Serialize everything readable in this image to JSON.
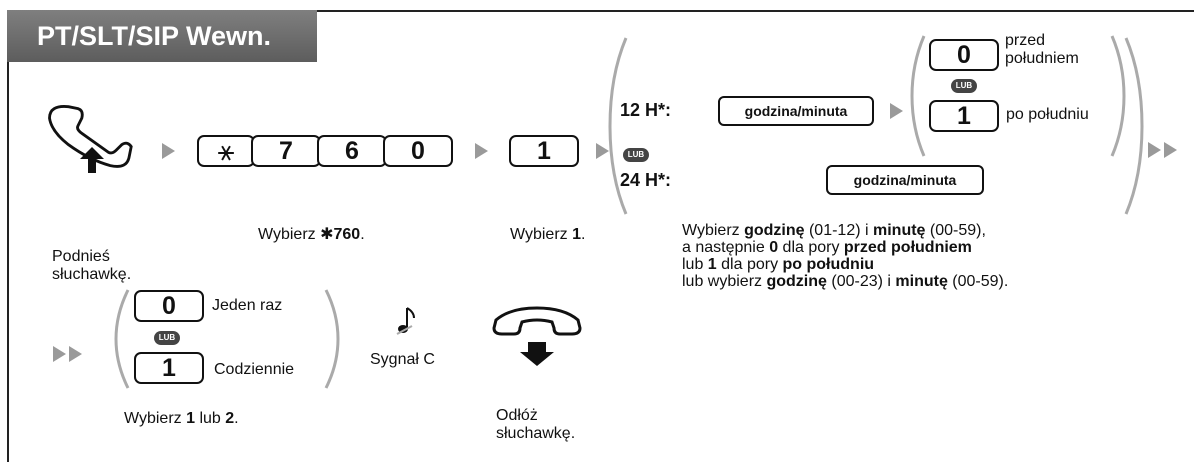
{
  "header": {
    "title": "PT/SLT/SIP Wewn."
  },
  "step1": {
    "label_line1": "Podnieś",
    "label_line2": "słuchawkę."
  },
  "step2": {
    "keys": [
      "⚹",
      "7",
      "6",
      "0"
    ],
    "label_prefix": "Wybierz ",
    "label_bold": "✱760",
    "label_suffix": "."
  },
  "step3": {
    "key": "1",
    "label_prefix": "Wybierz ",
    "label_bold": "1",
    "label_suffix": "."
  },
  "step4": {
    "row12_label": "12 H*:",
    "row24_label": "24 H*:",
    "time_pill": "godzina/minuta",
    "lub": "LUB",
    "am_key": "0",
    "am_text_line1": "przed",
    "am_text_line2": "południem",
    "pm_key": "1",
    "pm_text": "po południu",
    "desc": {
      "l1a": "Wybierz ",
      "l1b": "godzinę",
      "l1c": " (01-12) i ",
      "l1d": "minutę",
      "l1e": " (00-59),",
      "l2a": "a następnie ",
      "l2b": "0",
      "l2c": " dla pory ",
      "l2d": "przed południem",
      "l3a": "lub ",
      "l3b": "1",
      "l3c": " dla pory ",
      "l3d": "po południu",
      "l4a": "lub wybierz ",
      "l4b": "godzinę",
      "l4c": " (00-23) i ",
      "l4d": "minutę",
      "l4e": " (00-59)."
    }
  },
  "step5": {
    "key0": "0",
    "text0": "Jeden raz",
    "key1": "1",
    "text1": "Codziennie",
    "lub": "LUB",
    "label_prefix": "Wybierz ",
    "label_b1": "1",
    "label_mid": " lub ",
    "label_b2": "2",
    "label_suffix": "."
  },
  "step6": {
    "tone": "Sygnał C"
  },
  "step7": {
    "label_line1": "Odłóż",
    "label_line2": "słuchawkę."
  },
  "colors": {
    "header_bg": "#6e6e6e",
    "arrow": "#9a9a9a",
    "lub_bg": "#444444"
  }
}
